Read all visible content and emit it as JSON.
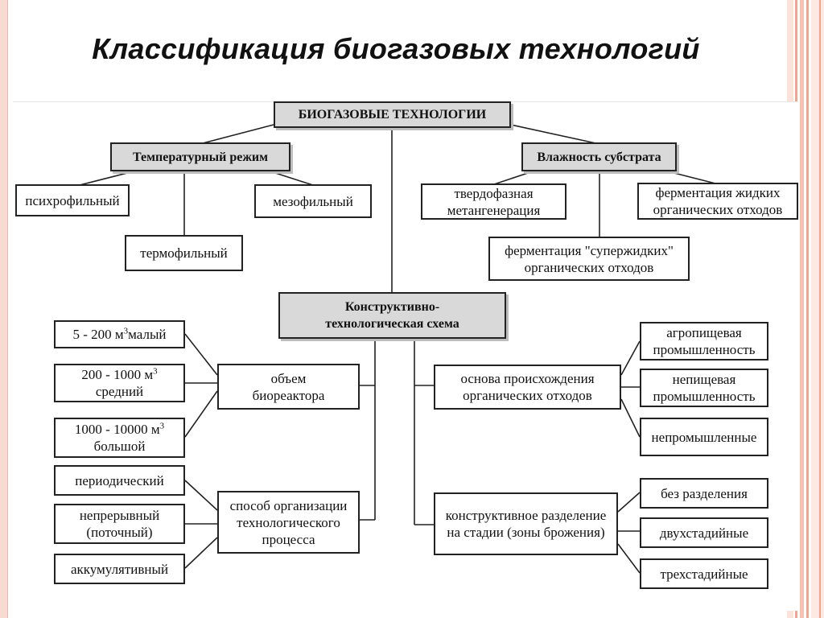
{
  "slide": {
    "title": "Классификация биогазовых технологий"
  },
  "diagram": {
    "root": "БИОГАЗОВЫЕ ТЕХНОЛОГИИ",
    "temperature": {
      "header": "Температурный режим",
      "psychrophilic": "психрофильный",
      "mesophilic": "мезофильный",
      "thermophilic": "термофильный"
    },
    "humidity": {
      "header": "Влажность субстрата",
      "solid_phase_line1": "твердофазная",
      "solid_phase_line2": "метангенерация",
      "liquid_line1": "ферментация жидких",
      "liquid_line2": "органических отходов",
      "superliquid_line1": "ферментация \"супержидких\"",
      "superliquid_line2": "органических отходов"
    },
    "design": {
      "header_line1": "Конструктивно-",
      "header_line2": "технологическая схема",
      "volume": {
        "label_line1": "объем",
        "label_line2": "биореактора",
        "small_prefix": "5 - 200 м",
        "small_exp": "3",
        "small_suffix": "малый",
        "medium_prefix": "200 - 1000 м",
        "medium_exp": "3",
        "medium_line2": "средний",
        "large_prefix": "1000 - 10000 м",
        "large_exp": "3",
        "large_line2": "большой"
      },
      "process": {
        "label_line1": "способ организации",
        "label_line2": "технологического",
        "label_line3": "процесса",
        "periodic": "периодический",
        "continuous_line1": "непрерывный",
        "continuous_line2": "(поточный)",
        "accumulative": "аккумулятивный"
      },
      "origin": {
        "label_line1": "основа происхождения",
        "label_line2": "органических отходов",
        "agro_line1": "агропищевая",
        "agro_line2": "промышленность",
        "nonfood_line1": "непищевая",
        "nonfood_line2": "промышленность",
        "nonindustrial": "непромышленные"
      },
      "separation": {
        "label_line1": "конструктивное разделение",
        "label_line2": "на стадии (зоны брожения)",
        "none": "без разделения",
        "two": "двухстадийные",
        "three": "трехстадийные"
      }
    }
  },
  "colors": {
    "border_pink": "#f7dbd1",
    "stripe_salmon": "#f2a58c",
    "header_fill": "#d9d9d9"
  }
}
